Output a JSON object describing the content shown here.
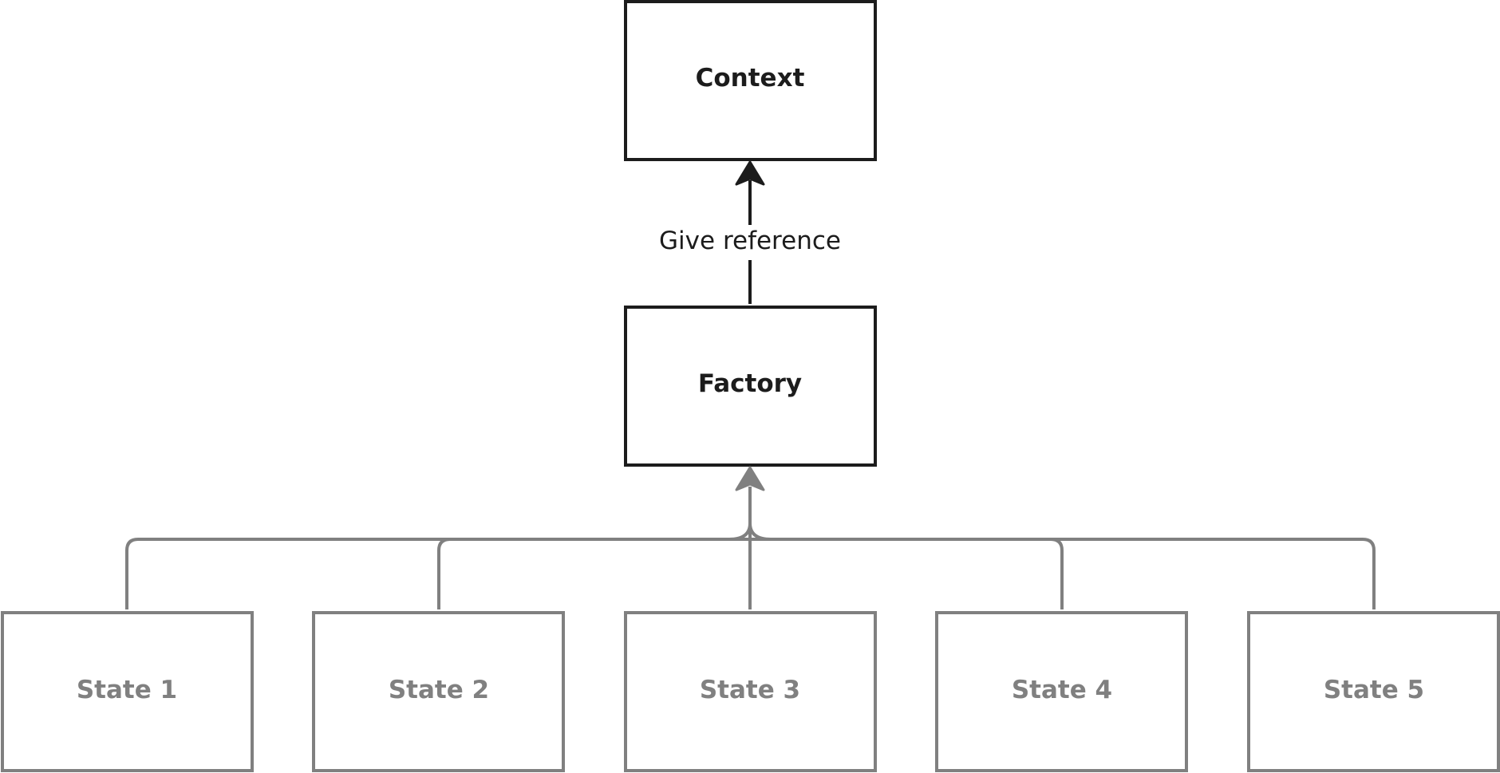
{
  "diagram": {
    "colors": {
      "primary": "#1c1c1c",
      "secondary": "#808080",
      "background": "#ffffff"
    },
    "nodes": {
      "context": {
        "label": "Context"
      },
      "factory": {
        "label": "Factory"
      },
      "states": [
        {
          "label": "State 1"
        },
        {
          "label": "State 2"
        },
        {
          "label": "State 3"
        },
        {
          "label": "State 4"
        },
        {
          "label": "State 5"
        }
      ]
    },
    "edges": {
      "factory_to_context": {
        "label": "Give reference"
      }
    }
  }
}
